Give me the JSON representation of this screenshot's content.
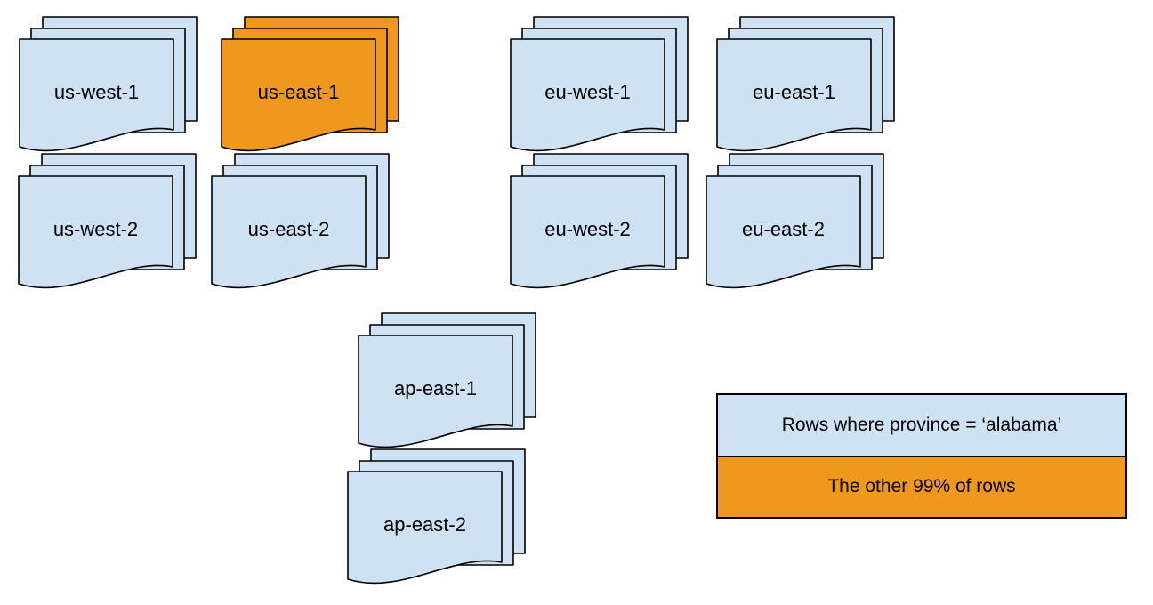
{
  "colors": {
    "blue": "#CFE2F3",
    "orange": "#F0981E",
    "stroke": "#000000"
  },
  "stacks": [
    {
      "label": "us-west-1",
      "color": "blue"
    },
    {
      "label": "us-east-1",
      "color": "orange"
    },
    {
      "label": "eu-west-1",
      "color": "blue"
    },
    {
      "label": "eu-east-1",
      "color": "blue"
    },
    {
      "label": "us-west-2",
      "color": "blue"
    },
    {
      "label": "us-east-2",
      "color": "blue"
    },
    {
      "label": "eu-west-2",
      "color": "blue"
    },
    {
      "label": "eu-east-2",
      "color": "blue"
    },
    {
      "label": "ap-east-1",
      "color": "blue"
    },
    {
      "label": "ap-east-2",
      "color": "blue"
    }
  ],
  "legend": {
    "items": [
      {
        "label": "Rows where province = ‘alabama’",
        "color": "blue"
      },
      {
        "label": "The other 99% of rows",
        "color": "orange"
      }
    ]
  }
}
